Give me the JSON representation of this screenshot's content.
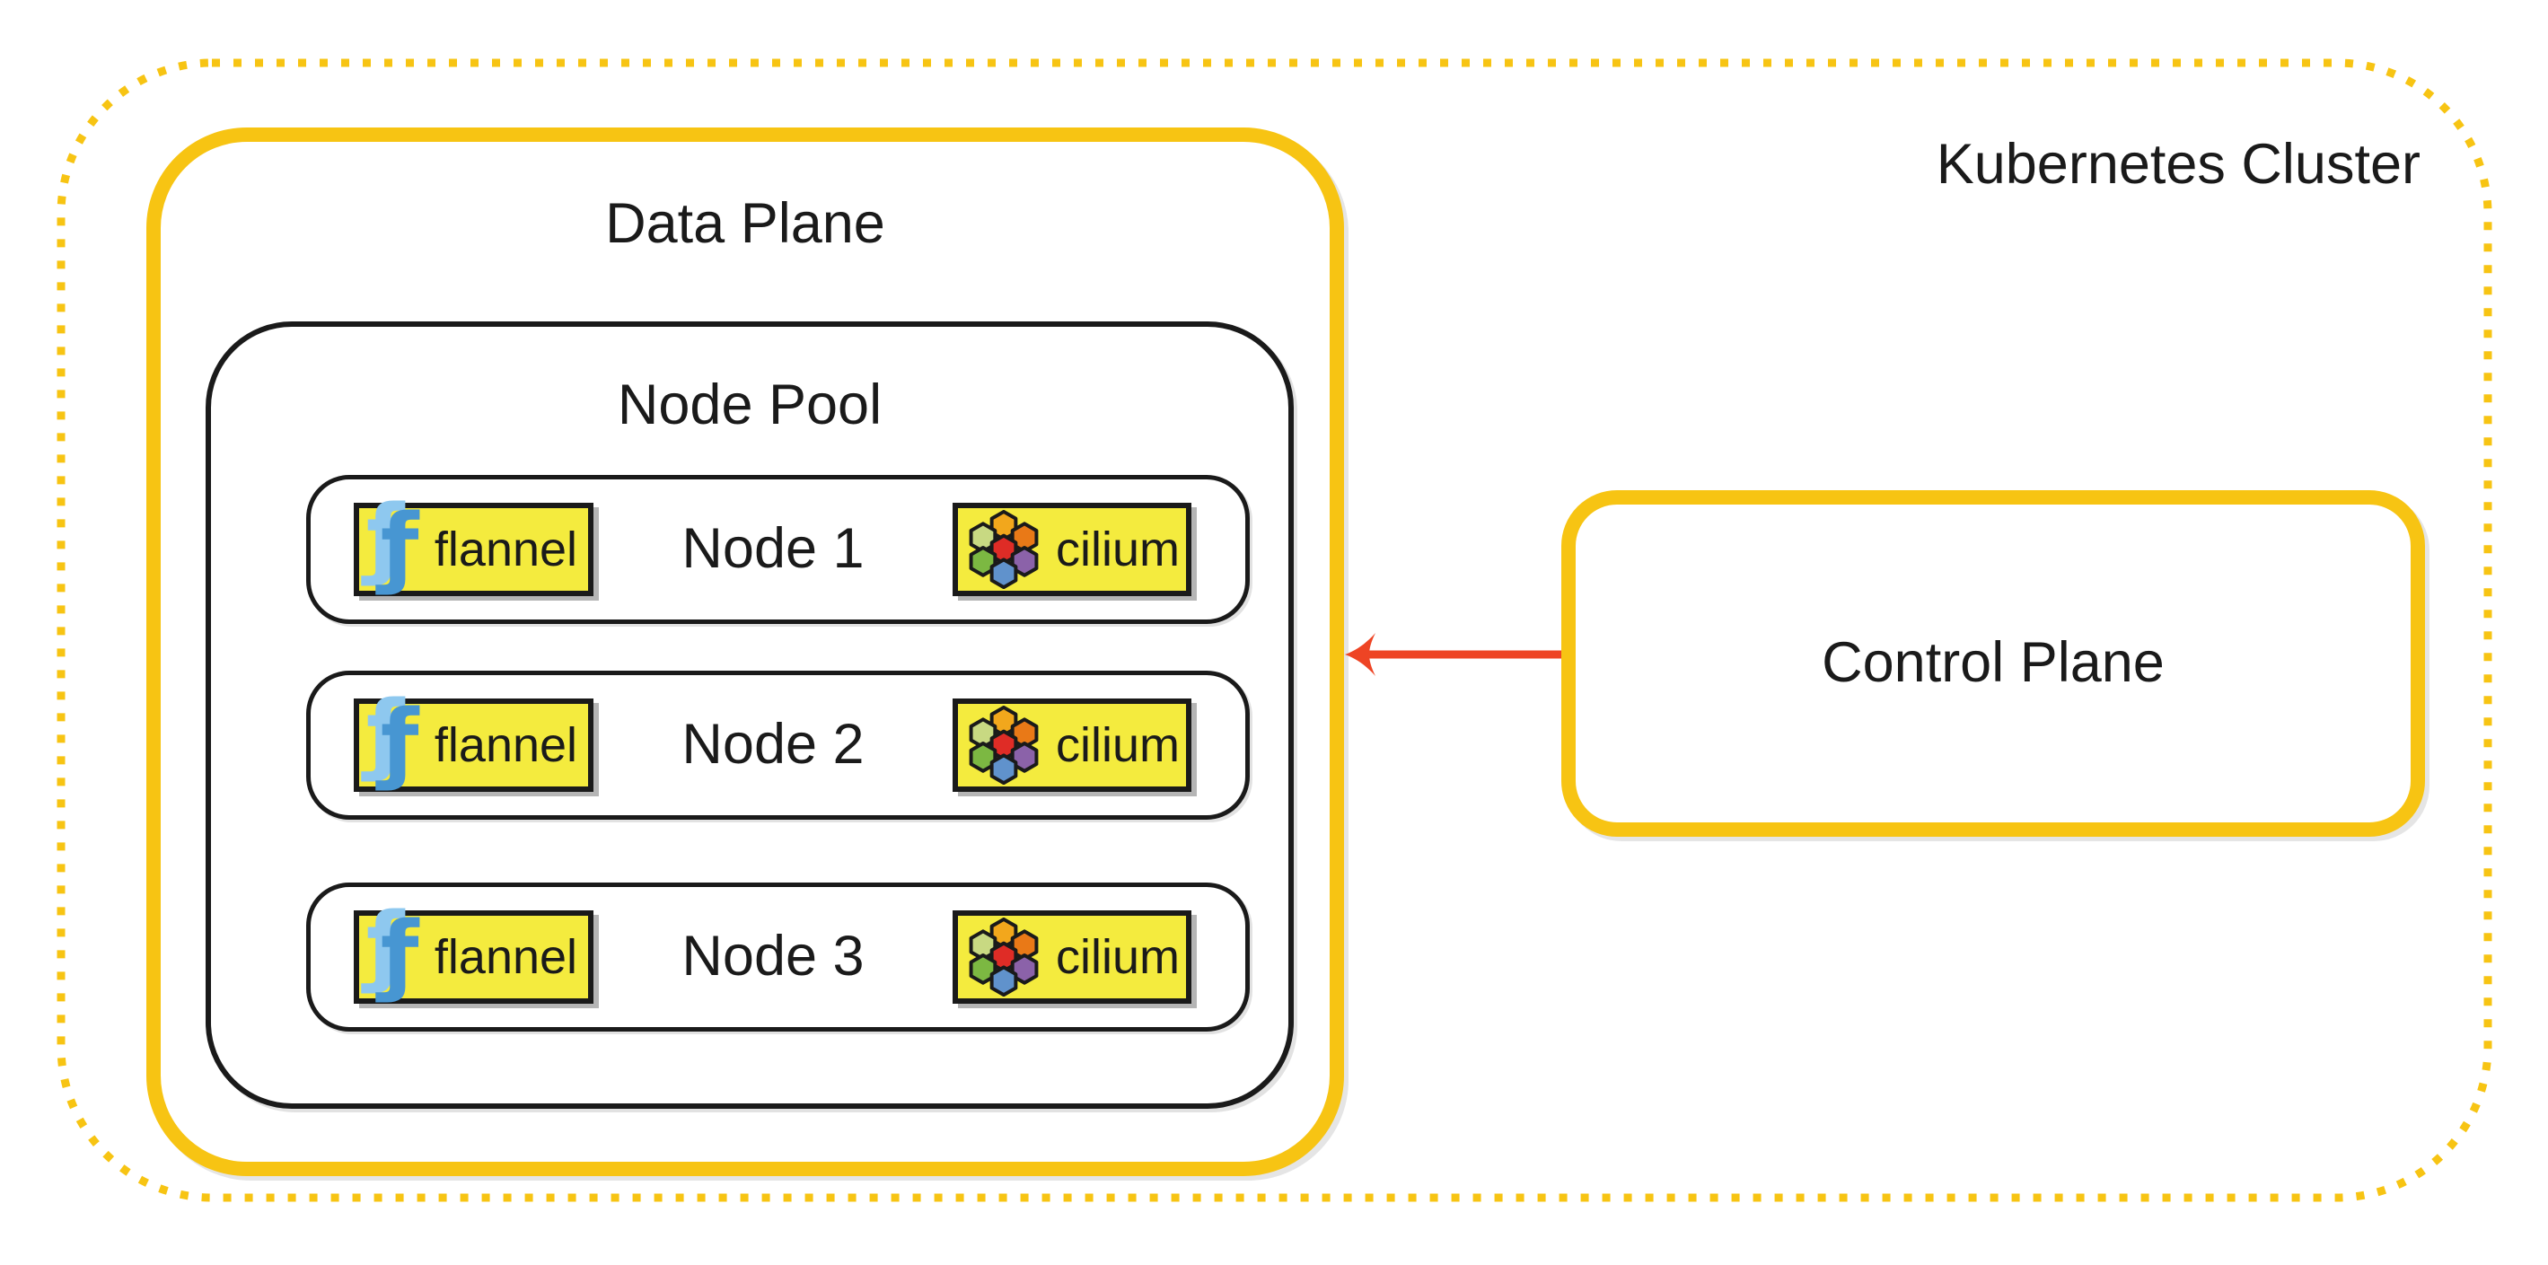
{
  "cluster": {
    "label": "Kubernetes Cluster"
  },
  "data_plane": {
    "label": "Data Plane"
  },
  "node_pool": {
    "label": "Node Pool",
    "nodes": [
      {
        "label": "Node 1",
        "flannel": "flannel",
        "cilium": "cilium"
      },
      {
        "label": "Node 2",
        "flannel": "flannel",
        "cilium": "cilium"
      },
      {
        "label": "Node 3",
        "flannel": "flannel",
        "cilium": "cilium"
      }
    ]
  },
  "control_plane": {
    "label": "Control Plane"
  },
  "arrow": {
    "from": "control-plane",
    "to": "data-plane",
    "color": "#EE4424"
  },
  "colors": {
    "gold": "#F7C413",
    "badge_yellow": "#F4EB3E",
    "outline": "#1A1A1A",
    "arrow_red": "#EE4424",
    "flannel_blue_light": "#8EC8EF",
    "flannel_blue_dark": "#4796D2",
    "cilium": {
      "amber": "#F2A71C",
      "orange": "#E97917",
      "lime": "#C8D982",
      "red": "#DF2C26",
      "green": "#7CB842",
      "purple": "#8B62A9",
      "blue": "#6092CC"
    }
  }
}
